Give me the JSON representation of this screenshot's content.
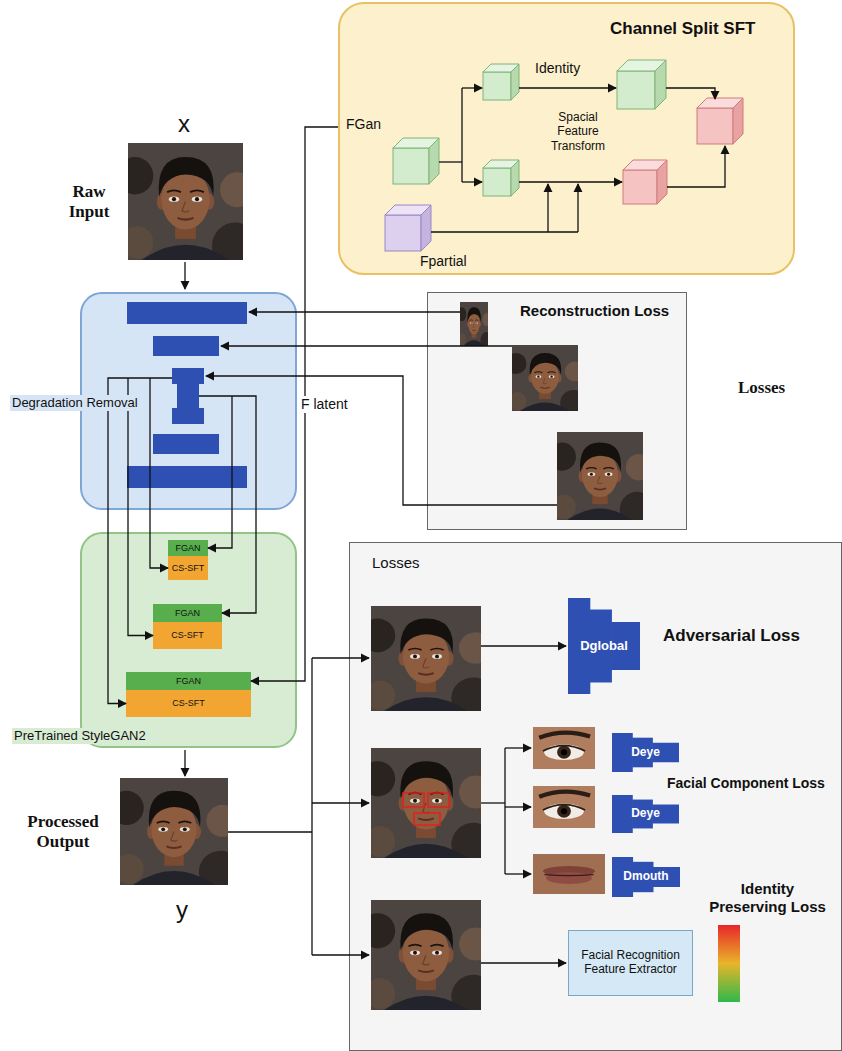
{
  "diagram": {
    "nodes": [
      {
        "text": [
          "Channel Split SFT"
        ]
      },
      {
        "text": [
          "Degradation Removal"
        ]
      },
      {
        "text": [
          "PreTrained StyleGAN2"
        ]
      },
      {
        "text": [
          "FGAN"
        ],
        "in": 2
      },
      {
        "text": [
          "CS-SFT"
        ],
        "in": 2
      },
      {
        "text": [
          "FGAN"
        ],
        "in": 2
      },
      {
        "text": [
          "CS-SFT"
        ],
        "in": 2
      },
      {
        "text": [
          "FGAN"
        ],
        "in": 2
      },
      {
        "text": [
          "CS-SFT"
        ],
        "in": 2
      },
      {
        "text": [
          "Reconstruction Loss"
        ]
      },
      {
        "text": [
          "Losses"
        ]
      },
      {
        "text": [
          "Dglobal"
        ],
        "in": 10
      },
      {
        "text": [
          "Deye"
        ],
        "in": 10
      },
      {
        "text": [
          "Deye"
        ],
        "in": 10
      },
      {
        "text": [
          "Dmouth"
        ],
        "in": 10
      },
      {
        "text": [
          "Facial Recognition Feature Extractor"
        ],
        "in": 10
      }
    ],
    "edges": [
      {
        "from": 1,
        "to": 4,
        "arrow": "to"
      },
      {
        "from": 1,
        "to": 6,
        "arrow": "to"
      },
      {
        "from": 1,
        "to": 8,
        "arrow": "to"
      },
      {
        "from": 1,
        "to": 3,
        "arrow": "to"
      },
      {
        "from": 1,
        "to": 5,
        "arrow": "to"
      },
      {
        "from": 0,
        "to": 7,
        "label": "F latent",
        "arrow": "to"
      }
    ],
    "labels": [
      "FGan",
      "Identity",
      "Spacial Feature Transform",
      "Fpartial",
      "x",
      "Raw Input",
      "Losses",
      "Adversarial Loss",
      "Facial Component Loss",
      "Identity Preserving Loss",
      "Processed Output",
      "y"
    ]
  }
}
